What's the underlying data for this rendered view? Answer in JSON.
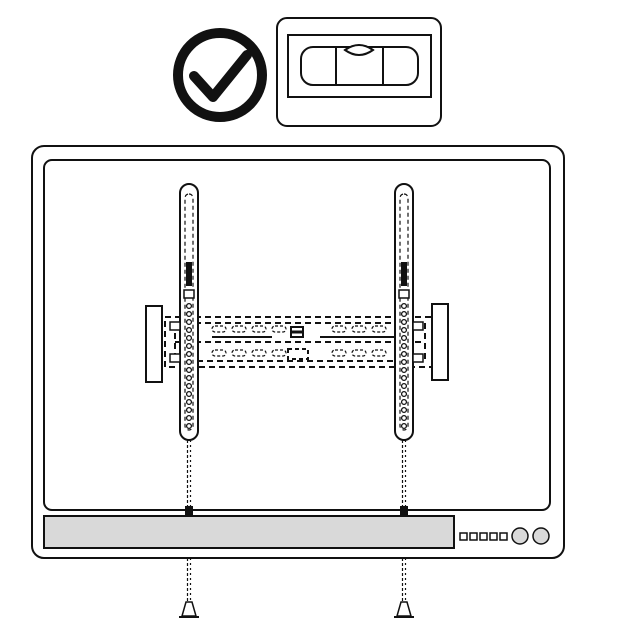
{
  "diagram": {
    "kind": "tv-wall-mount-installation",
    "line_color": "#111111",
    "panel_fill": "#d9d9d9",
    "background": "#ffffff",
    "icons": {
      "check": "check-circle-icon",
      "level": "bubble-level-icon"
    },
    "tv_buttons": {
      "square_count": 5,
      "round_count": 2
    },
    "mount_arms": 2,
    "support_cables": 2
  }
}
